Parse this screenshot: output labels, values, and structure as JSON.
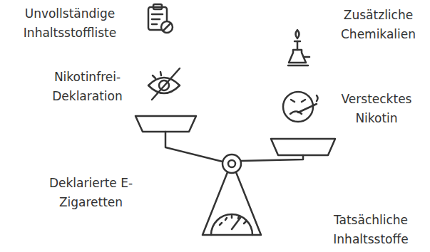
{
  "diagram": {
    "labels": [
      "Unvollständige Inhaltsstoffliste",
      "Zusätzliche Chemikalien",
      "Nikotinfrei-Deklaration",
      "Verstecktes Nikotin",
      "Deklarierte E-Zigaretten",
      "Tatsächliche Inhaltsstoffe"
    ]
  }
}
